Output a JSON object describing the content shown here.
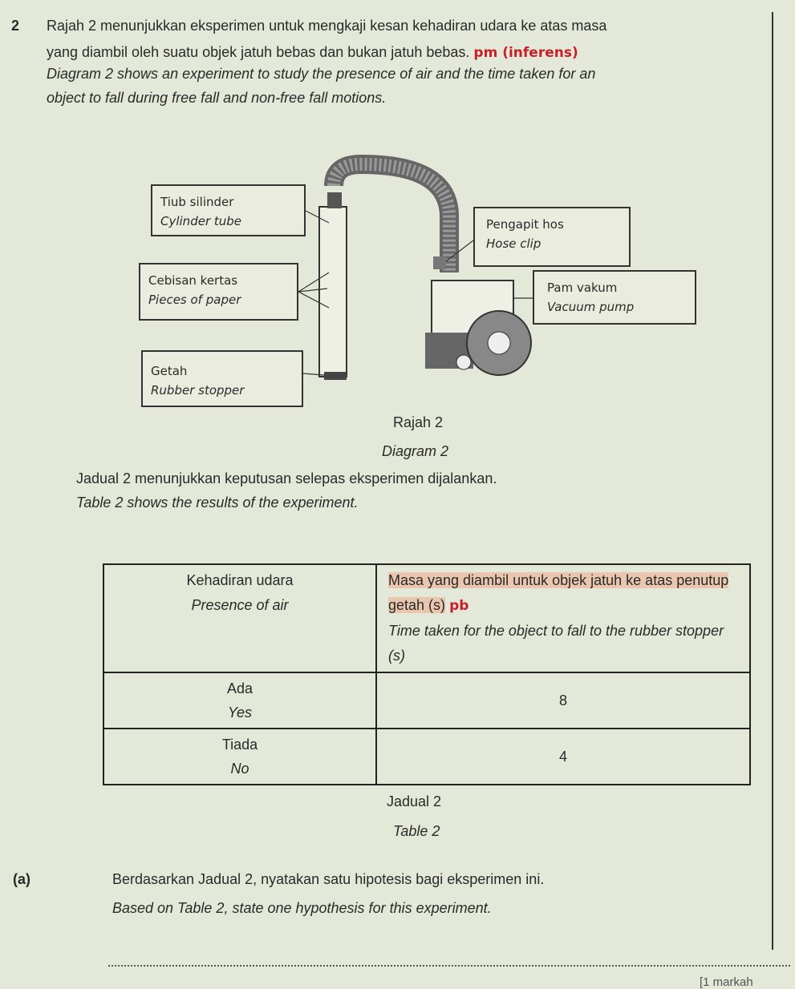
{
  "question": {
    "number": "2",
    "line1_ms": "Rajah 2 menunjukkan eksperimen untuk mengkaji kesan kehadiran udara ke atas masa",
    "line2_ms": "yang diambil oleh suatu objek jatuh bebas dan bukan jatuh bebas.",
    "handwritten_note": "pm (inferens)",
    "line1_en": "Diagram 2 shows an experiment to study the presence of air and the time taken for an",
    "line2_en": "object to fall during free fall and non-free fall motions."
  },
  "diagram": {
    "labels": [
      {
        "ms": "Tiub silinder",
        "en": "Cylinder tube"
      },
      {
        "ms": "Cebisan kertas",
        "en": "Pieces of paper"
      },
      {
        "ms": "Getah",
        "en": "Rubber stopper"
      },
      {
        "ms": "Pengapit hos",
        "en": "Hose clip"
      },
      {
        "ms": "Pam vakum",
        "en": "Vacuum pump"
      }
    ],
    "caption_ms": "Rajah 2",
    "caption_en": "Diagram 2"
  },
  "table_intro": {
    "ms": "Jadual 2 menunjukkan keputusan selepas eksperimen dijalankan.",
    "en": "Table 2 shows the results of the experiment."
  },
  "table": {
    "headers": [
      {
        "ms": "Kehadiran udara",
        "en": "Presence of air"
      },
      {
        "ms": "Masa yang diambil untuk objek jatuh ke atas penutup getah (s)",
        "en": "Time taken for the object to fall to the rubber stopper (s)",
        "note": "pb"
      }
    ],
    "rows": [
      {
        "ms": "Ada",
        "en": "Yes",
        "value": "8"
      },
      {
        "ms": "Tiada",
        "en": "No",
        "value": "4"
      }
    ],
    "caption_ms": "Jadual 2",
    "caption_en": "Table 2"
  },
  "part_a": {
    "label": "(a)",
    "ms": "Berdasarkan Jadual 2, nyatakan satu hipotesis bagi eksperimen ini.",
    "en": "Based on Table 2, state one hypothesis for this experiment.",
    "marks": "[1 markah"
  }
}
